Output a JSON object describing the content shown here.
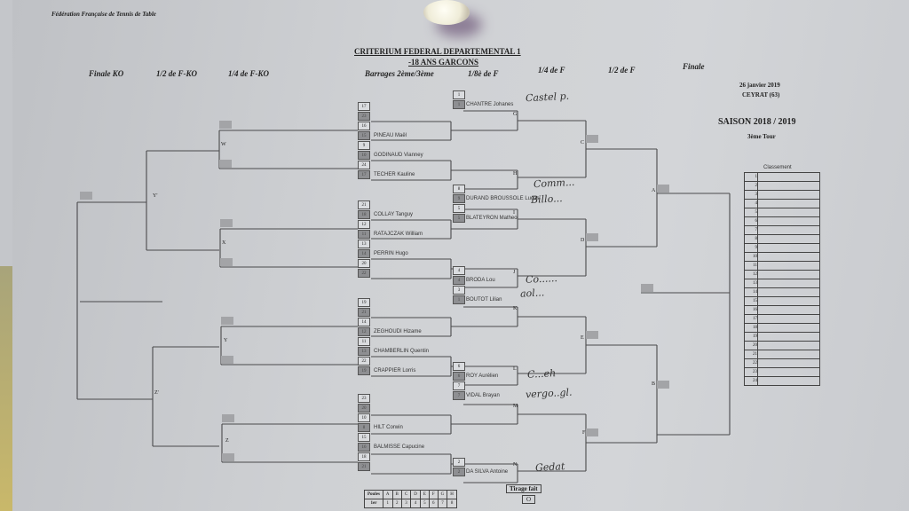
{
  "federation": "Fédération  Française de Tennis de Table",
  "title": "CRITERIUM FEDERAL DEPARTEMENTAL 1",
  "subtitle": "-18 ANS GARCONS",
  "date": "26 janvier 2019",
  "place": "CEYRAT (63)",
  "season": "SAISON 2018 / 2019",
  "tour": "3ème Tour",
  "rounds": [
    "Finale KO",
    "1/2 de F-KO",
    "1/4 de F-KO",
    "Barrages 2ème/3ème",
    "1/8è de F",
    "1/4 de F",
    "1/2 de F",
    "Finale"
  ],
  "barrages": [
    [
      {
        "seed": "17",
        "name": ""
      },
      {
        "seed": "23",
        "name": ""
      },
      {
        "seed": "16",
        "name": ""
      },
      {
        "seed": "15",
        "name": "PINEAU Maël"
      },
      {
        "seed": "9",
        "name": ""
      },
      {
        "seed": "10",
        "name": "GODINAUD Vianney"
      },
      {
        "seed": "24",
        "name": ""
      },
      {
        "seed": "17",
        "name": "TECHER Kauline"
      }
    ],
    [
      {
        "seed": "21",
        "name": ""
      },
      {
        "seed": "18",
        "name": "COLLAY Tanguy"
      },
      {
        "seed": "12",
        "name": ""
      },
      {
        "seed": "11",
        "name": "RATAJCZAK William"
      },
      {
        "seed": "13",
        "name": ""
      },
      {
        "seed": "14",
        "name": "PERRIN Hugo"
      },
      {
        "seed": "20",
        "name": ""
      },
      {
        "seed": "22",
        "name": ""
      }
    ],
    [
      {
        "seed": "19",
        "name": ""
      },
      {
        "seed": "21",
        "name": ""
      },
      {
        "seed": "14",
        "name": ""
      },
      {
        "seed": "12",
        "name": "ZEGHOUDI Hizame"
      },
      {
        "seed": "11",
        "name": ""
      },
      {
        "seed": "13",
        "name": "CHAMBERLIN Quentin"
      },
      {
        "seed": "22",
        "name": ""
      },
      {
        "seed": "19",
        "name": "CRAPPIER Lorris"
      }
    ],
    [
      {
        "seed": "23",
        "name": ""
      },
      {
        "seed": "20",
        "name": ""
      },
      {
        "seed": "10",
        "name": ""
      },
      {
        "seed": "8",
        "name": "HILT Corwin"
      },
      {
        "seed": "15",
        "name": ""
      },
      {
        "seed": "16",
        "name": "BALMISSE Capucine"
      },
      {
        "seed": "18",
        "name": ""
      },
      {
        "seed": "21",
        "name": ""
      }
    ]
  ],
  "eighths": [
    [
      {
        "seed": "1",
        "name": ""
      },
      {
        "seed": "1",
        "name": "CHANTRE Johanes"
      },
      {
        "seed": "8",
        "name": ""
      },
      {
        "seed": "9",
        "name": "DURAND BROUSSOLE Lucas"
      },
      {
        "seed": "5",
        "name": ""
      },
      {
        "seed": "5",
        "name": "BLATEYRON Matheo"
      }
    ],
    [
      {
        "seed": "4",
        "name": ""
      },
      {
        "seed": "4",
        "name": "BRODA Lou"
      },
      {
        "seed": "3",
        "name": ""
      },
      {
        "seed": "1",
        "name": "BOUTOT Lilian"
      }
    ],
    [
      {
        "seed": "6",
        "name": ""
      },
      {
        "seed": "6",
        "name": "ROY Aurélien"
      },
      {
        "seed": "7",
        "name": ""
      },
      {
        "seed": "7",
        "name": "VIDAL Brayan"
      }
    ],
    [
      {
        "seed": "2",
        "name": ""
      },
      {
        "seed": "2",
        "name": "DA SILVA Antoine"
      }
    ]
  ],
  "handwriting": [
    "Castel p.",
    "Comm...",
    "Billo...",
    "Co......",
    "aol...",
    "C...eh",
    "vergo..gl.",
    "Gedat"
  ],
  "letters": {
    "left": [
      "W",
      "X",
      "Y",
      "Z",
      "Y'",
      "Z'"
    ],
    "right": [
      "G",
      "H",
      "C",
      "I",
      "J",
      "D",
      "K",
      "L",
      "E",
      "M",
      "N",
      "F",
      "A",
      "B"
    ]
  },
  "classement": {
    "title": "Classement",
    "ranks": [
      "1",
      "2",
      "3",
      "4",
      "5",
      "6",
      "7",
      "8",
      "9",
      "10",
      "11",
      "12",
      "13",
      "14",
      "15",
      "16",
      "17",
      "18",
      "19",
      "20",
      "21",
      "22",
      "23",
      "24"
    ]
  },
  "poules": {
    "header": [
      "Poules",
      "A",
      "B",
      "C",
      "D",
      "E",
      "F",
      "G",
      "H"
    ],
    "row": [
      "1er",
      "1",
      "2",
      "3",
      "4",
      "5",
      "6",
      "7",
      "8"
    ]
  },
  "tirage": {
    "label": "Tirage fait",
    "value": "O"
  }
}
